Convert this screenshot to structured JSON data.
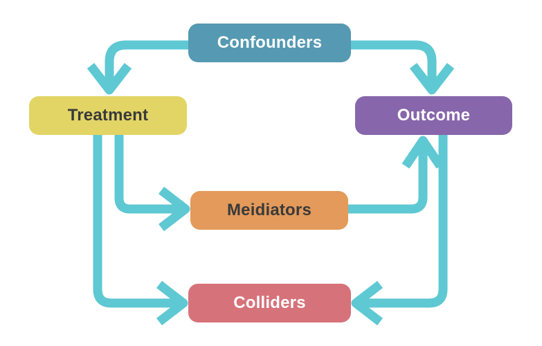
{
  "colors": {
    "arrow": "#5ec8d3",
    "confounders": "#5599b2",
    "treatment": "#e2d566",
    "outcome": "#8766ab",
    "mediators": "#e39a5a",
    "colliders": "#d6727a",
    "text_dark": "#3a3a3a",
    "text_light": "#ffffff"
  },
  "nodes": {
    "confounders": {
      "label": "Confounders"
    },
    "treatment": {
      "label": "Treatment"
    },
    "outcome": {
      "label": "Outcome"
    },
    "mediators": {
      "label": "Meidiators"
    },
    "colliders": {
      "label": "Colliders"
    }
  },
  "edges": [
    {
      "from": "confounders",
      "to": "treatment"
    },
    {
      "from": "confounders",
      "to": "outcome"
    },
    {
      "from": "treatment",
      "to": "mediators"
    },
    {
      "from": "treatment",
      "to": "colliders"
    },
    {
      "from": "mediators",
      "to": "outcome"
    },
    {
      "from": "outcome",
      "to": "colliders"
    }
  ]
}
